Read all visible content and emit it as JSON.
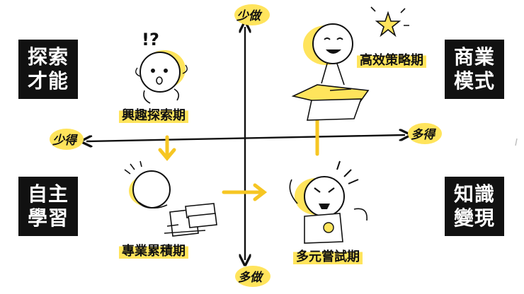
{
  "axes": {
    "top": "少做",
    "bottom": "多做",
    "left": "少得",
    "right": "多得"
  },
  "corners": {
    "top_left": [
      "探索",
      "才能"
    ],
    "top_right": [
      "商業",
      "模式"
    ],
    "bottom_left": [
      "自主",
      "學習"
    ],
    "bottom_right": [
      "知識",
      "變現"
    ]
  },
  "phases": {
    "explore": "興趣探索期",
    "accumulate": "專業累積期",
    "trial": "多元嘗試期",
    "strategy": "高效策略期"
  },
  "decorations": {
    "question_marks": "!?"
  },
  "colors": {
    "accent": "#FFE45C",
    "ink": "#111111",
    "arrow": "#F6C623"
  }
}
